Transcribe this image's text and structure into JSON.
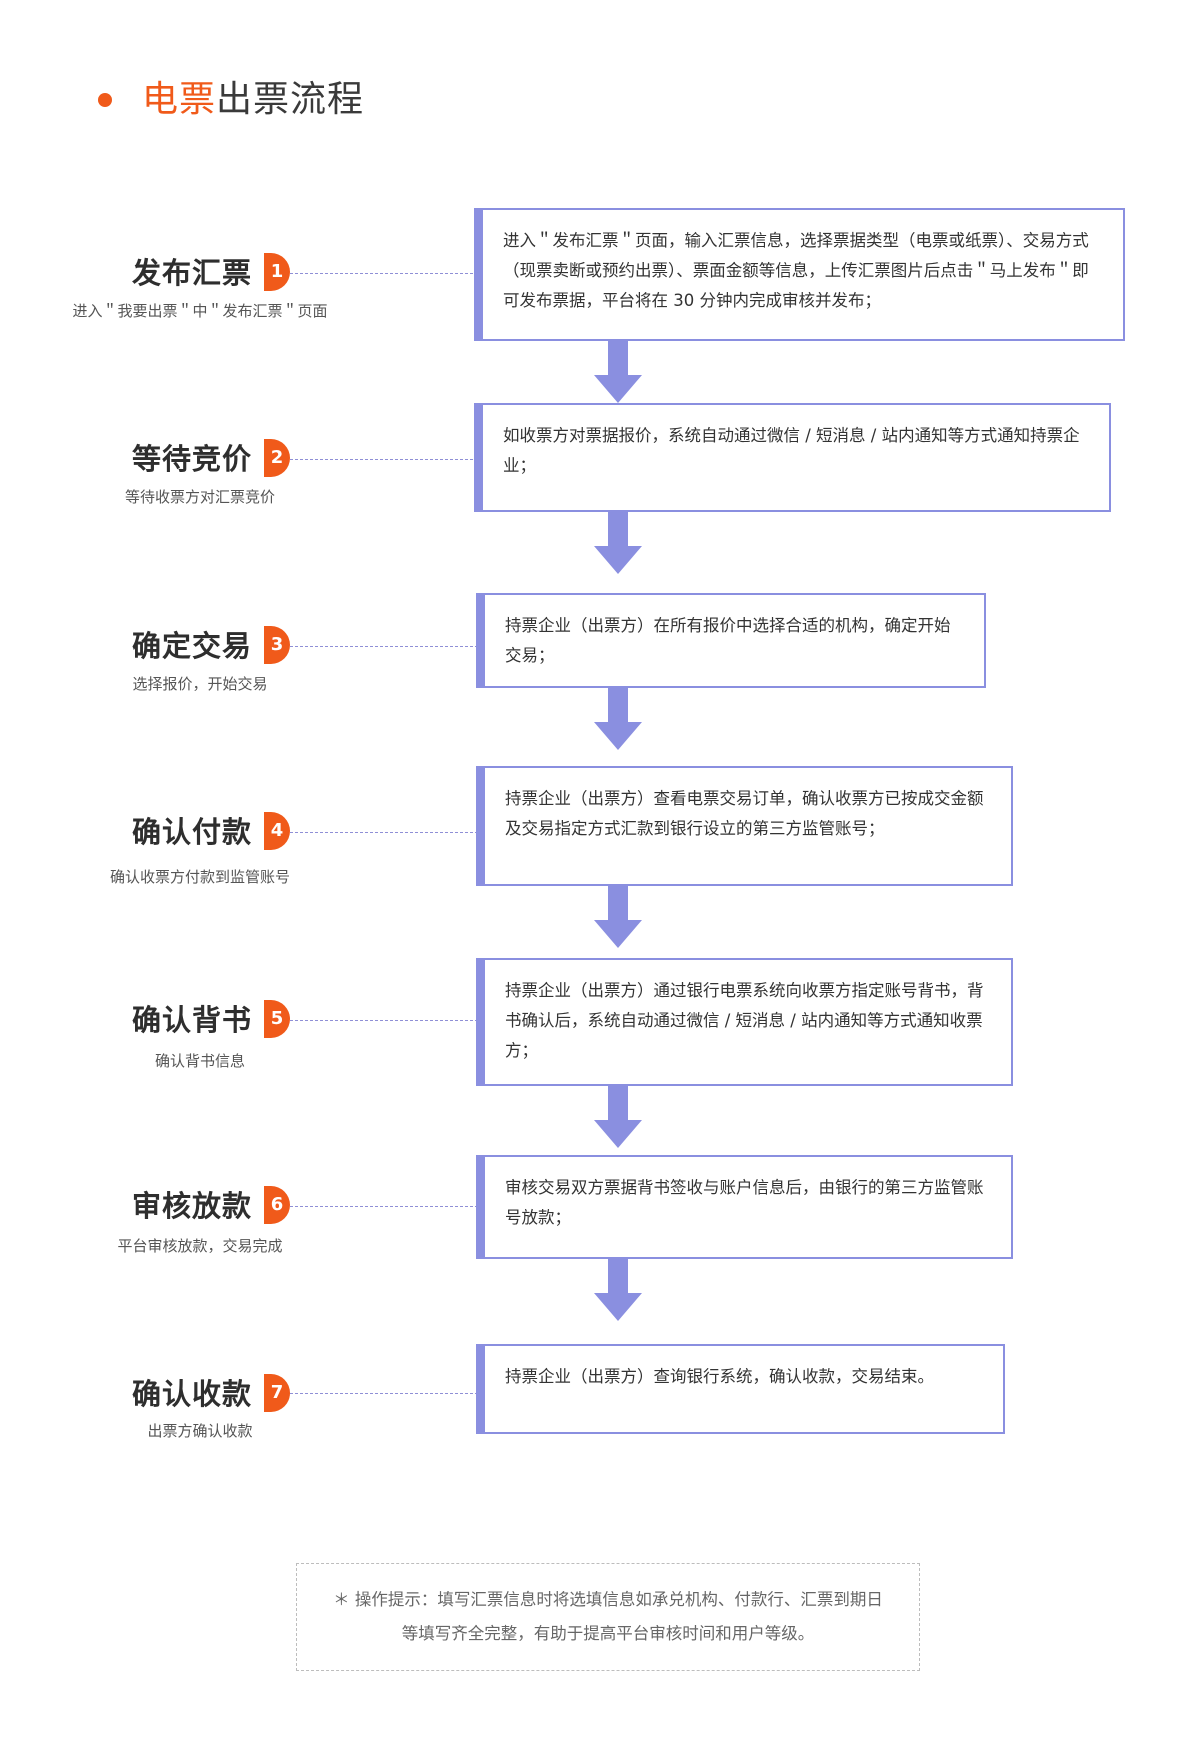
{
  "heading": {
    "accent": "电票",
    "rest": "出票流程"
  },
  "colors": {
    "accent": "#f05a1a",
    "flow": "#8a8fe0",
    "connector": "#8f8fd6"
  },
  "steps": [
    {
      "number": "1",
      "title": "发布汇票",
      "subtitle": "进入＂我要出票＂中＂发布汇票＂页面",
      "description": "进入＂发布汇票＂页面，输入汇票信息，选择票据类型（电票或纸票）、交易方式（现票卖断或预约出票）、票面金额等信息，上传汇票图片后点击＂马上发布＂即可发布票据，平台将在 30 分钟内完成审核并发布；"
    },
    {
      "number": "2",
      "title": "等待竞价",
      "subtitle": "等待收票方对汇票竞价",
      "description": "如收票方对票据报价，系统自动通过微信 / 短消息 / 站内通知等方式通知持票企业；"
    },
    {
      "number": "3",
      "title": "确定交易",
      "subtitle": "选择报价，开始交易",
      "description": "持票企业（出票方）在所有报价中选择合适的机构，确定开始交易；"
    },
    {
      "number": "4",
      "title": "确认付款",
      "subtitle": "确认收票方付款到监管账号",
      "description": "持票企业（出票方）查看电票交易订单，确认收票方已按成交金额及交易指定方式汇款到银行设立的第三方监管账号；"
    },
    {
      "number": "5",
      "title": "确认背书",
      "subtitle": "确认背书信息",
      "description": "持票企业（出票方）通过银行电票系统向收票方指定账号背书，背书确认后，系统自动通过微信 / 短消息 / 站内通知等方式通知收票方；"
    },
    {
      "number": "6",
      "title": "审核放款",
      "subtitle": "平台审核放款，交易完成",
      "description": "审核交易双方票据背书签收与账户信息后，由银行的第三方监管账号放款；"
    },
    {
      "number": "7",
      "title": "确认收款",
      "subtitle": "出票方确认收款",
      "description": "持票企业（出票方）查询银行系统，确认收款，交易结束。"
    }
  ],
  "tip": "＊ 操作提示：填写汇票信息时将选填信息如承兑机构、付款行、汇票到期日等填写齐全完整，有助于提高平台审核时间和用户等级。"
}
